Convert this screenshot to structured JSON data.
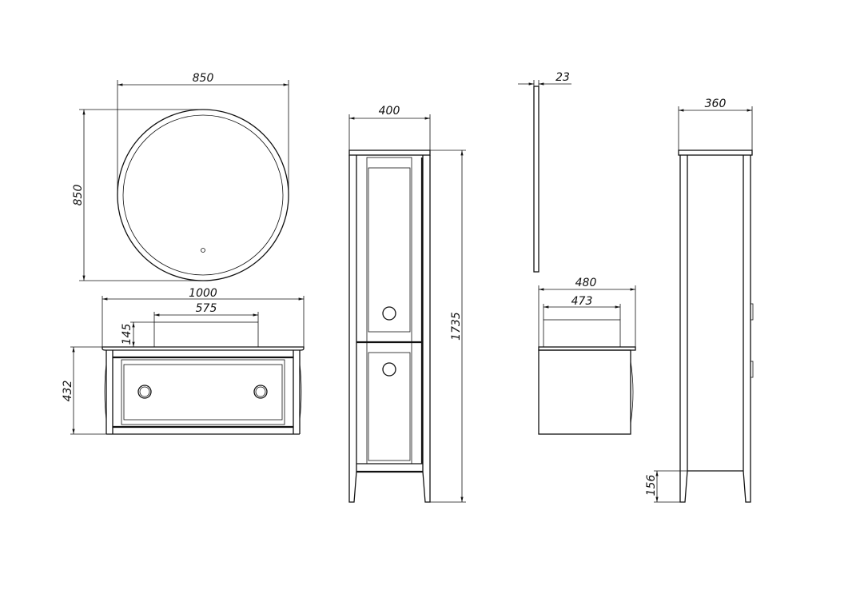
{
  "dimensions": {
    "mirror_width": "850",
    "mirror_height": "850",
    "mirror_depth": "23",
    "vanity_width": "1000",
    "sink_width": "575",
    "sink_height": "145",
    "vanity_height": "432",
    "vanity_depth": "480",
    "sink_depth": "473",
    "tall_cabinet_width": "400",
    "tall_cabinet_height": "1735",
    "tall_cabinet_depth": "360",
    "leg_height": "156"
  },
  "colors": {
    "line": "#111111",
    "background": "#ffffff"
  }
}
